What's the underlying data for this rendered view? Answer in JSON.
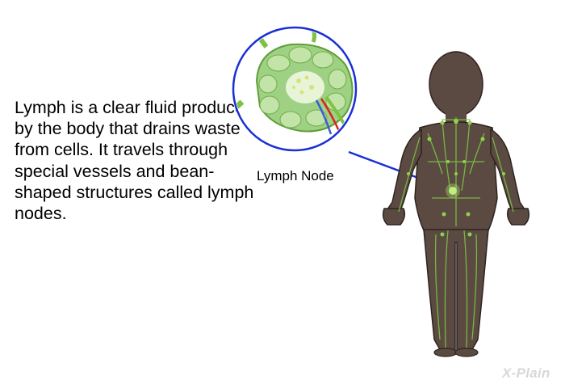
{
  "caption": "Lymph is a clear fluid produced by the body that drains waste from cells. It travels through special vessels and bean-shaped structures called lymph nodes.",
  "callout_label": "Lymph Node",
  "logo_text": "X-Plain",
  "colors": {
    "callout_ring": "#1a2fd6",
    "lymph_green": "#7dc242",
    "node_fill": "#9ed184",
    "body_fill": "#5b4a42",
    "vessel_red": "#e02020",
    "vessel_blue": "#3a5bd9",
    "logo": "#d8d8d8"
  },
  "icons": [
    "lymph-node-cross-section",
    "human-body-lymphatic-system",
    "callout-connector",
    "x-plain-logo"
  ]
}
